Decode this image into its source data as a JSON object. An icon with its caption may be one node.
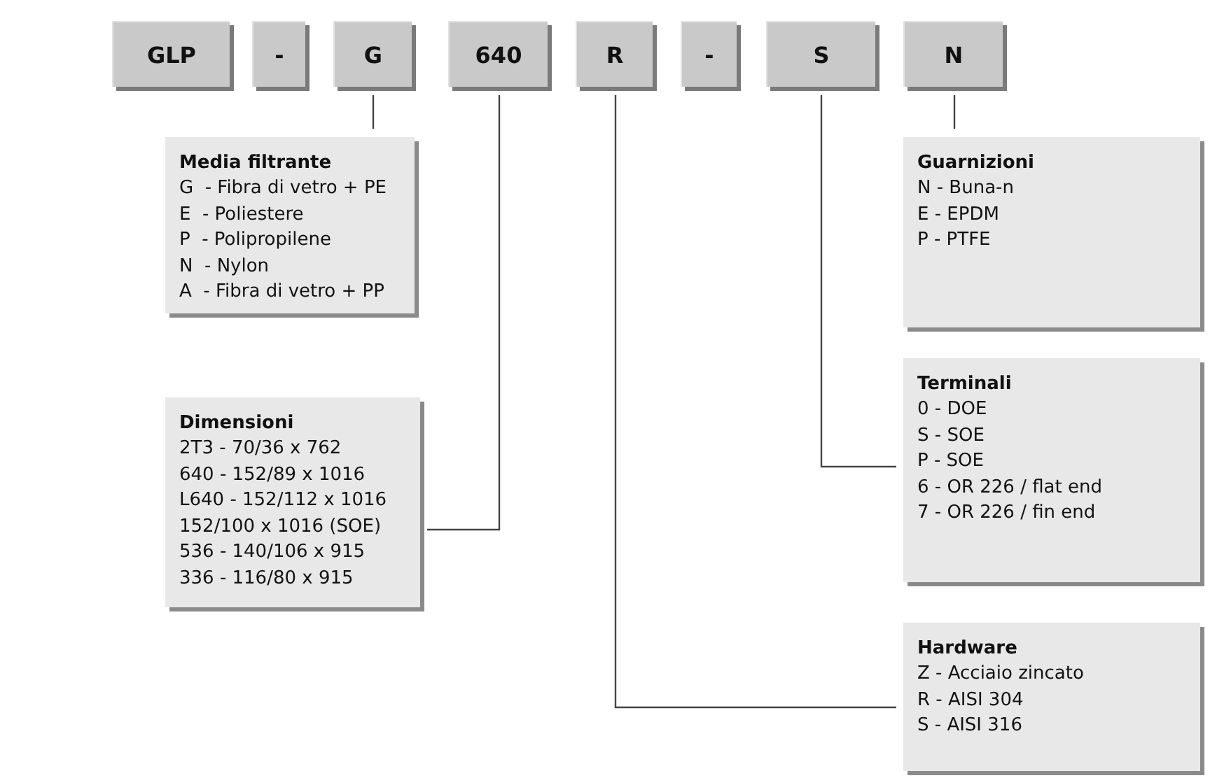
{
  "diagram": {
    "nodes": [
      {
        "text": [
          "GLP"
        ]
      },
      {
        "text": [
          "-"
        ]
      },
      {
        "text": [
          "G"
        ]
      },
      {
        "text": [
          "640"
        ]
      },
      {
        "text": [
          "R"
        ]
      },
      {
        "text": [
          "-"
        ]
      },
      {
        "text": [
          "S"
        ]
      },
      {
        "text": [
          "N"
        ]
      },
      {
        "text": [
          "Media filtrante",
          "G  - Fibra di vetro + PE",
          "E  - Poliestere",
          "P  - Polipropilene",
          "N  - Nylon",
          "A  - Fibra di vetro + PP"
        ]
      },
      {
        "text": [
          "Dimensioni",
          "2T3 - 70/36 x 762",
          "640 - 152/89 x 1016",
          "L640 - 152/112 x 1016",
          "152/100 x 1016 (SOE)",
          "536 - 140/106 x 915",
          "336 - 116/80 x 915"
        ]
      },
      {
        "text": [
          "Guarnizioni",
          "N - Buna-n",
          "E - EPDM",
          "P - PTFE"
        ]
      },
      {
        "text": [
          "Terminali",
          "0 - DOE",
          "S - SOE",
          "P - SOE",
          "6 - OR 226 / flat end",
          "7 - OR 226 / fin end"
        ]
      },
      {
        "text": [
          "Hardware",
          "Z - Acciaio zincato",
          "R - AISI 304",
          "S - AISI 316"
        ]
      }
    ],
    "edges": [
      {
        "from": 2,
        "to": 8,
        "arrow": "none"
      },
      {
        "from": 3,
        "to": 9,
        "arrow": "none"
      },
      {
        "from": 4,
        "to": 12,
        "arrow": "none"
      },
      {
        "from": 6,
        "to": 11,
        "arrow": "none"
      },
      {
        "from": 7,
        "to": 10,
        "arrow": "none"
      }
    ]
  }
}
